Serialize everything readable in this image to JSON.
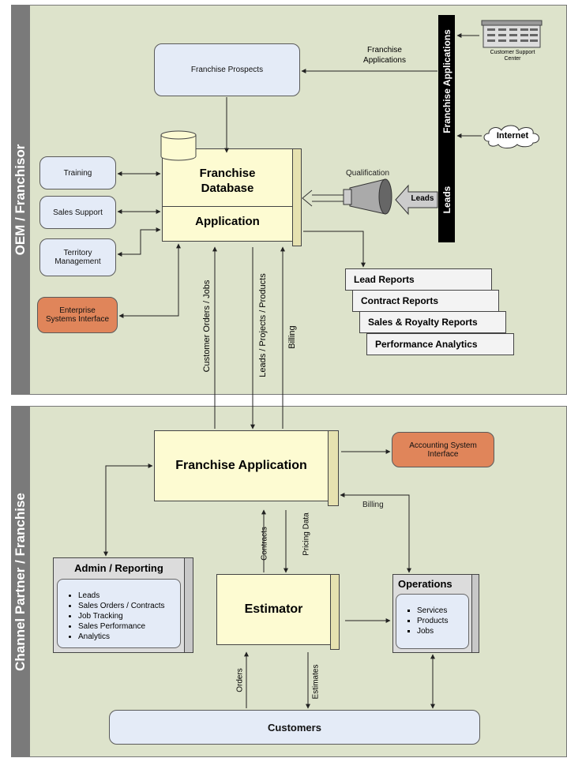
{
  "top_lane": {
    "label": "OEM / Franchisor",
    "prospects": "Franchise Prospects",
    "database": {
      "title_line1": "Franchise",
      "title_line2": "Database",
      "app": "Application"
    },
    "training": "Training",
    "sales_support": "Sales Support",
    "territory": "Territory Management",
    "enterprise": "Enterprise Systems Interface",
    "applications_bar": "Franchise Applications",
    "leads_bar": "Leads",
    "applications_label": "Franchise Applications",
    "csc": "Customer Support Center",
    "internet": "Internet",
    "qualification": "Qualification",
    "leads_arrow": "Leads",
    "reports": [
      "Lead Reports",
      "Contract Reports",
      "Sales & Royalty Reports",
      "Performance Analytics"
    ],
    "flows": {
      "orders": "Customer Orders / Jobs",
      "leads": "Leads / Projects / Products",
      "billing": "Billing"
    }
  },
  "bottom_lane": {
    "label": "Channel Partner / Franchise",
    "app": "Franchise Application",
    "accounting": "Accounting System Interface",
    "billing": "Billing",
    "contracts": "Contracts",
    "pricing": "Pricing Data",
    "admin": {
      "title": "Admin / Reporting",
      "items": [
        "Leads",
        "Sales Orders / Contracts",
        "Job Tracking",
        "Sales Performance",
        "Analytics"
      ]
    },
    "estimator": "Estimator",
    "operations": {
      "title": "Operations",
      "items": [
        "Services",
        "Products",
        "Jobs"
      ]
    },
    "orders": "Orders",
    "estimates": "Estimates",
    "customers": "Customers"
  },
  "colors": {
    "panel": "#dde3cb",
    "lane_label": "#7a7a7a",
    "blue_box": "#e4ebf7",
    "orange_box": "#e0855a",
    "yellow_box": "#fdfbd2"
  }
}
